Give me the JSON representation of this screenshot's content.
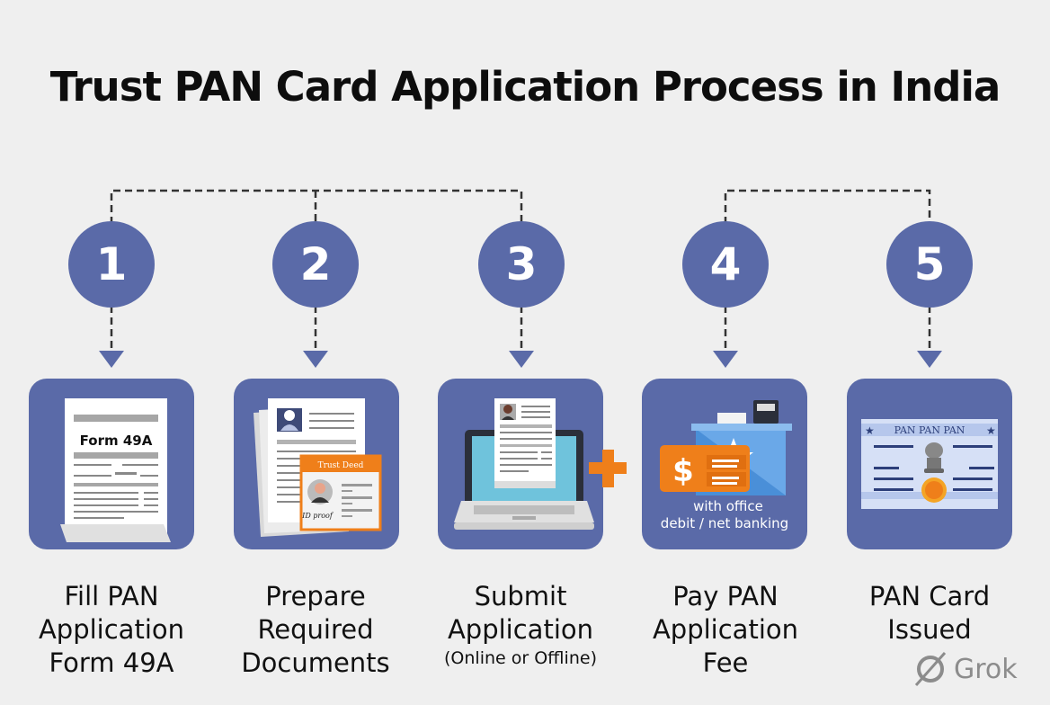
{
  "title": "Trust PAN Card Application Process in India",
  "colors": {
    "accent": "#5a6aa8",
    "orange": "#ef7f1a",
    "background": "#efefef",
    "connector": "#333333"
  },
  "steps": [
    {
      "number": "1",
      "icon": "form-document-icon",
      "icon_text": "Form 49A",
      "label_lines": [
        "Fill PAN",
        "Application",
        "Form 49A"
      ],
      "sub_label": ""
    },
    {
      "number": "2",
      "icon": "documents-id-proof-icon",
      "icon_text": "Trust Deed",
      "icon_text2": "ID proof",
      "label_lines": [
        "Prepare",
        "Required",
        "Documents"
      ],
      "sub_label": ""
    },
    {
      "number": "3",
      "icon": "laptop-submit-icon",
      "icon_text": "+",
      "label_lines": [
        "Submit",
        "Application"
      ],
      "sub_label": "(Online or Offline)"
    },
    {
      "number": "4",
      "icon": "payment-counter-icon",
      "icon_text": "$",
      "icon_text2": "with office",
      "icon_text3": "debit / net banking",
      "label_lines": [
        "Pay PAN",
        "Application",
        "Fee"
      ],
      "sub_label": ""
    },
    {
      "number": "5",
      "icon": "pan-card-icon",
      "icon_text": "PAN PAN PAN",
      "label_lines": [
        "PAN Card",
        "Issued"
      ],
      "sub_label": ""
    }
  ],
  "watermark": {
    "icon": "grok-logo-icon",
    "text": "Grok"
  }
}
